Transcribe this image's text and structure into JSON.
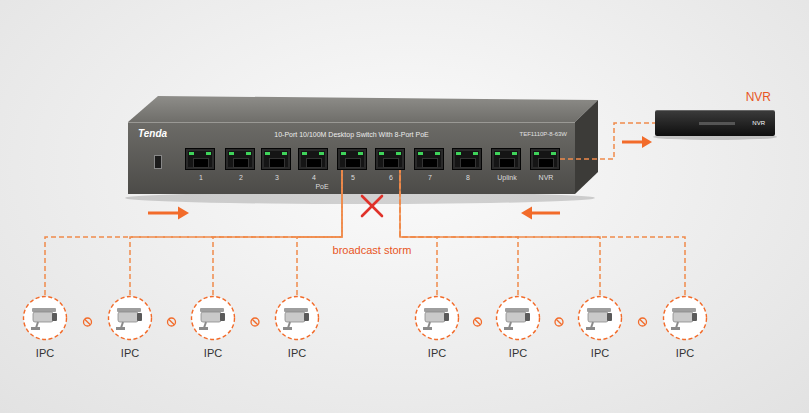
{
  "diagram": {
    "nodes": [
      {
        "text": [
          "Tenda",
          "10-Port 10/100M Desktop Switch With 8-Port PoE",
          "TEF1110P-8-63W"
        ]
      },
      {
        "text": [
          "1"
        ],
        "in": 0
      },
      {
        "text": [
          "2"
        ],
        "in": 0
      },
      {
        "text": [
          "3"
        ],
        "in": 0
      },
      {
        "text": [
          "4"
        ],
        "in": 0
      },
      {
        "text": [
          "5"
        ],
        "in": 0
      },
      {
        "text": [
          "6"
        ],
        "in": 0
      },
      {
        "text": [
          "7"
        ],
        "in": 0
      },
      {
        "text": [
          "8"
        ],
        "in": 0
      },
      {
        "text": [
          "Uplink"
        ],
        "in": 0
      },
      {
        "text": [
          "NVR"
        ],
        "in": 0
      },
      {
        "text": [
          "NVR",
          "NVR"
        ]
      },
      {
        "text": [
          "IPC"
        ]
      },
      {
        "text": [
          "IPC"
        ]
      },
      {
        "text": [
          "IPC"
        ]
      },
      {
        "text": [
          "IPC"
        ]
      },
      {
        "text": [
          "IPC"
        ]
      },
      {
        "text": [
          "IPC"
        ]
      },
      {
        "text": [
          "IPC"
        ]
      },
      {
        "text": [
          "IPC"
        ]
      }
    ],
    "edges": [
      {
        "from": 12,
        "to": 5,
        "arrow": "none"
      },
      {
        "from": 13,
        "to": 5,
        "arrow": "none"
      },
      {
        "from": 14,
        "to": 5,
        "arrow": "none"
      },
      {
        "from": 15,
        "to": 5,
        "arrow": "none"
      },
      {
        "from": 16,
        "to": 6,
        "arrow": "none"
      },
      {
        "from": 17,
        "to": 6,
        "arrow": "none"
      },
      {
        "from": 18,
        "to": 6,
        "arrow": "none"
      },
      {
        "from": 19,
        "to": 6,
        "arrow": "none"
      },
      {
        "from": 10,
        "to": 11,
        "arrow": "none"
      }
    ],
    "labels": [
      "PoE",
      "broadcast storm"
    ]
  }
}
